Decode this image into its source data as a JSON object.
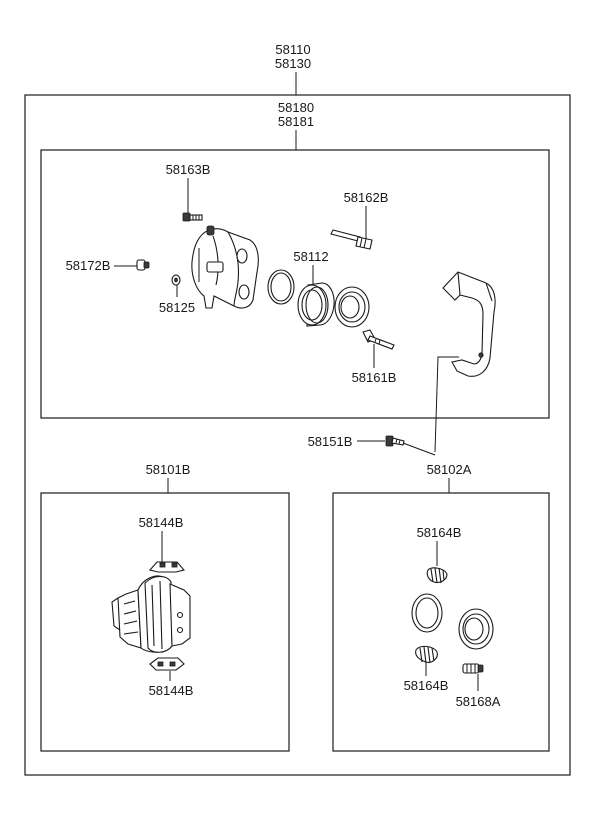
{
  "assembly": {
    "part_no_1": "58110",
    "part_no_2": "58130"
  },
  "caliper_kit": {
    "part_no_1": "58180",
    "part_no_2": "58181"
  },
  "parts": {
    "p58163B": "58163B",
    "p58162B": "58162B",
    "p58172B": "58172B",
    "p58112": "58112",
    "p58125": "58125",
    "p58161B": "58161B",
    "p58151B": "58151B",
    "p58101B": "58101B",
    "p58102A": "58102A",
    "p58144B_top": "58144B",
    "p58144B_bottom": "58144B",
    "p58164B_top": "58164B",
    "p58164B_bottom": "58164B",
    "p58168A": "58168A"
  }
}
